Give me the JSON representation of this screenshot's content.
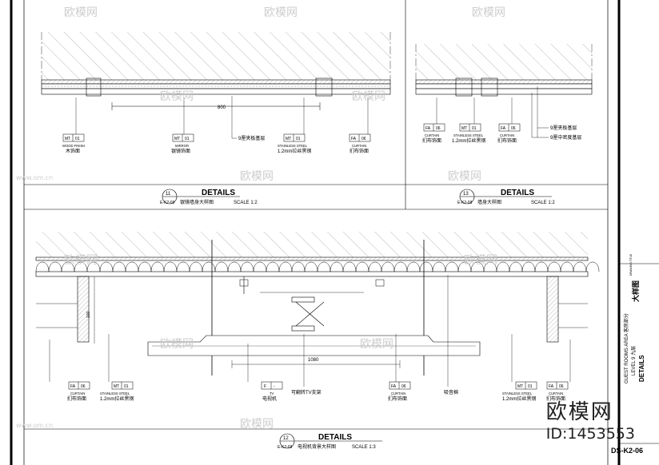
{
  "watermark": {
    "brand": "欧模网",
    "url": "www.om.cn",
    "id": "ID:1453553"
  },
  "sheet": {
    "title_bar": {
      "project": "GUEST ROOMS AREA  客房部分",
      "level": "LEVEL 9  九层",
      "drawing": "DETAILS",
      "cn_title": "大样图",
      "small_label": "DRAWING TITLE",
      "drawing_no": "DS-K2-06"
    }
  },
  "detail_11": {
    "number": "11",
    "ref": "E-K2-03",
    "heading": "DETAILS",
    "subtitle": "银镜墙身大样图",
    "scale": "SCALE 1:2",
    "dim": "800",
    "callout_9mm": "9厘夹板基层",
    "tags": [
      {
        "code": "MT",
        "num": "01",
        "en": "WOOD FINISH",
        "cn": "木饰面"
      },
      {
        "code": "MT",
        "num": "01",
        "en": "MIRROR",
        "cn": "银镜饰面"
      },
      {
        "code": "MT",
        "num": "01",
        "en": "STAINLESS STEEL",
        "cn": "1.2mm拉丝黑钢"
      },
      {
        "code": "FA",
        "num": "06",
        "en": "CURTAIN",
        "cn": "扪布饰面"
      }
    ]
  },
  "detail_13": {
    "number": "13",
    "ref": "E-K2-03",
    "heading": "DETAILS",
    "subtitle": "墙身大样图",
    "scale": "SCALE 1:2",
    "callout_a": "9厘夹板基层",
    "callout_b": "9厘中密度基层",
    "tags": [
      {
        "code": "FA",
        "num": "06",
        "en": "CURTAIN",
        "cn": "扪布饰面"
      },
      {
        "code": "MT",
        "num": "01",
        "en": "STAINLESS STEEL",
        "cn": "1.2mm拉丝黑钢"
      },
      {
        "code": "FA",
        "num": "06",
        "en": "CURTAIN",
        "cn": "扪布饰面"
      }
    ]
  },
  "detail_12": {
    "number": "12",
    "ref": "E-K2-03",
    "heading": "DETAILS",
    "subtitle": "电视机背景大样图",
    "scale": "SCALE 1:3",
    "dim_width": "1080",
    "dim_side": "100",
    "bracket_label": "可翻转TV支架",
    "absorb_label": "吸音棉",
    "tags": [
      {
        "code": "FA",
        "num": "06",
        "en": "CURTAIN",
        "cn": "扪布饰面"
      },
      {
        "code": "MT",
        "num": "01",
        "en": "STAINLESS STEEL",
        "cn": "1.2mm拉丝黑钢"
      },
      {
        "code": "F",
        "num": "-",
        "en": "TV",
        "cn": "电视机"
      },
      {
        "code": "FA",
        "num": "06",
        "en": "CURTAIN",
        "cn": "扪布饰面"
      },
      {
        "code": "MT",
        "num": "01",
        "en": "STAINLESS STEEL",
        "cn": "1.2mm拉丝黑钢"
      },
      {
        "code": "FA",
        "num": "06",
        "en": "CURTAIN",
        "cn": "扪布饰面"
      }
    ]
  }
}
